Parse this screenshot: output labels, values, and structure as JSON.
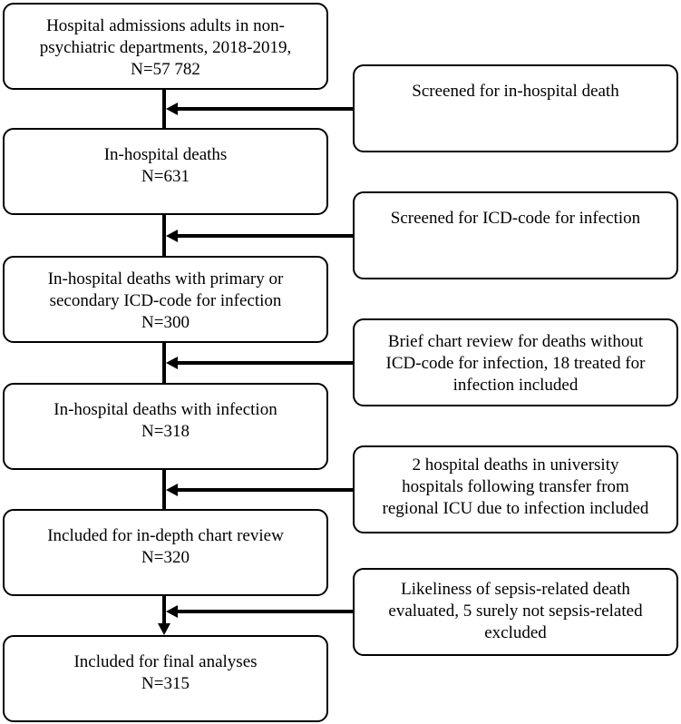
{
  "main_boxes": [
    {
      "lines": [
        "Hospital admissions adults in non-",
        "psychiatric departments, 2018-2019,",
        "N=57 782"
      ]
    },
    {
      "lines": [
        "In-hospital deaths",
        "N=631"
      ]
    },
    {
      "lines": [
        "In-hospital deaths with primary or",
        "secondary ICD-code for infection",
        "N=300"
      ]
    },
    {
      "lines": [
        "In-hospital deaths with infection",
        "N=318"
      ]
    },
    {
      "lines": [
        "Included for in-depth chart review",
        "N=320"
      ]
    },
    {
      "lines": [
        "Included for final analyses",
        "N=315"
      ]
    }
  ],
  "side_boxes": [
    {
      "lines": [
        "Screened for in-hospital death"
      ]
    },
    {
      "lines": [
        "Screened for ICD-code for infection"
      ]
    },
    {
      "lines": [
        "Brief chart review for deaths without",
        "ICD-code for infection, 18 treated for",
        "infection included"
      ]
    },
    {
      "lines": [
        "2 hospital deaths in university",
        "hospitals following transfer from",
        "regional ICU due to infection included"
      ]
    },
    {
      "lines": [
        "Likeliness of sepsis-related death",
        "evaluated, 5 surely not sepsis-related",
        "excluded"
      ]
    }
  ]
}
